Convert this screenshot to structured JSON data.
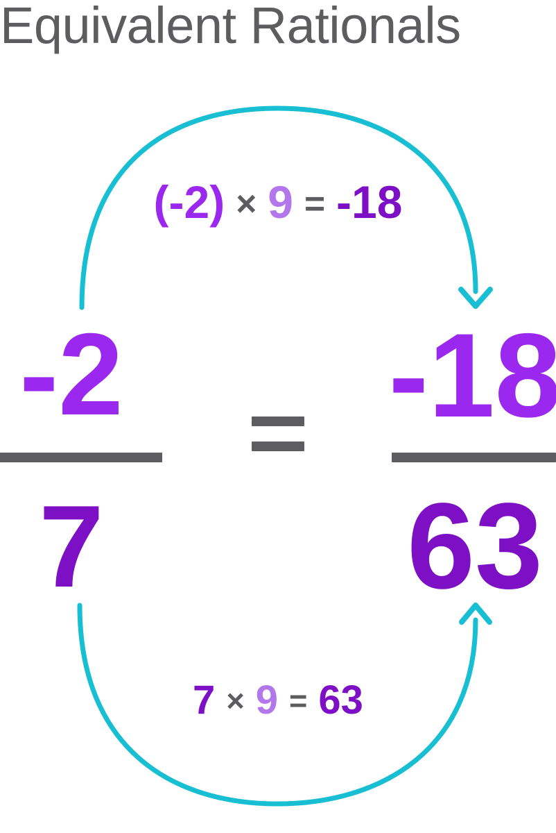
{
  "title": "Equivalent Rationals",
  "colors": {
    "title_gray": "#5d5d60",
    "bright_purple": "#9b28ee",
    "light_purple": "#b277ea",
    "deep_purple": "#7d10c4",
    "operator_gray": "#5d5d60",
    "arrow_cyan": "#18bed2",
    "background": "#ffffff"
  },
  "top_equation": {
    "operand_a": "(-2)",
    "operator": "×",
    "multiplier": "9",
    "equals": "=",
    "result": "-18"
  },
  "bottom_equation": {
    "operand_a": "7",
    "operator": "×",
    "multiplier": "9",
    "equals": "=",
    "result": "63"
  },
  "left_fraction": {
    "numerator": "-2",
    "denominator": "7"
  },
  "right_fraction": {
    "numerator": "-18",
    "denominator": "63"
  },
  "center_relation": "=",
  "arrows": {
    "top": "numerator-multiply-arrow",
    "bottom": "denominator-multiply-arrow"
  }
}
